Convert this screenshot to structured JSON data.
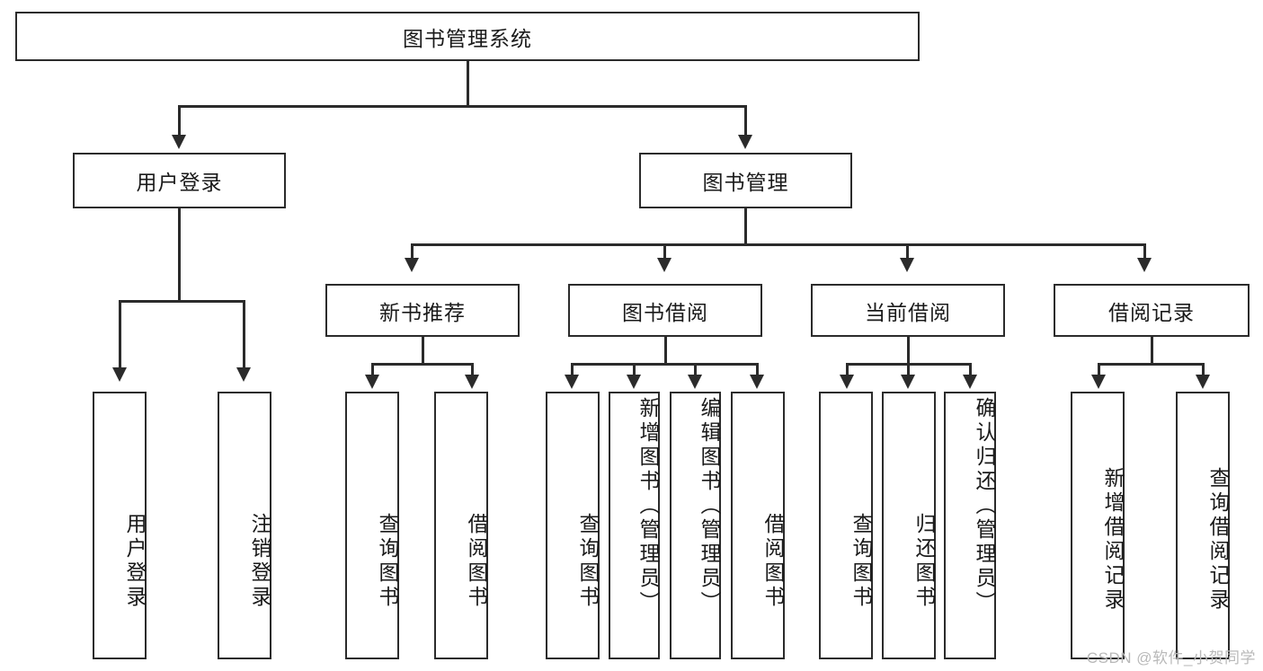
{
  "diagram": {
    "title": "图书管理系统",
    "type": "tree",
    "orientation": "top-down",
    "nodes": {
      "root": {
        "label": "图书管理系统",
        "level": 1
      },
      "n_user_login": {
        "label": "用户登录",
        "level": 2
      },
      "n_book_mgmt": {
        "label": "图书管理",
        "level": 2
      },
      "n_new_book_rec": {
        "label": "新书推荐",
        "level": 3
      },
      "n_book_borrow": {
        "label": "图书借阅",
        "level": 3
      },
      "n_current_borrow": {
        "label": "当前借阅",
        "level": 3
      },
      "n_borrow_record": {
        "label": "借阅记录",
        "level": 3
      },
      "l_user_login": {
        "label": "用户登录",
        "level": 4
      },
      "l_logout": {
        "label": "注销登录",
        "level": 4
      },
      "l_query_book_1": {
        "label": "查询图书",
        "level": 4
      },
      "l_borrow_book_1": {
        "label": "借阅图书",
        "level": 4
      },
      "l_query_book_2": {
        "label": "查询图书",
        "level": 4
      },
      "l_add_book": {
        "label": "新增图书（管理员）",
        "level": 4
      },
      "l_edit_book": {
        "label": "编辑图书（管理员）",
        "level": 4
      },
      "l_borrow_book_2": {
        "label": "借阅图书",
        "level": 4
      },
      "l_query_book_3": {
        "label": "查询图书",
        "level": 4
      },
      "l_return_book": {
        "label": "归还图书",
        "level": 4
      },
      "l_confirm_return": {
        "label": "确认归还（管理员）",
        "level": 4
      },
      "l_add_record": {
        "label": "新增借阅记录",
        "level": 4
      },
      "l_query_record": {
        "label": "查询借阅记录",
        "level": 4
      }
    },
    "edges": [
      {
        "from": "root",
        "to": "n_user_login"
      },
      {
        "from": "root",
        "to": "n_book_mgmt"
      },
      {
        "from": "n_book_mgmt",
        "to": "n_new_book_rec"
      },
      {
        "from": "n_book_mgmt",
        "to": "n_book_borrow"
      },
      {
        "from": "n_book_mgmt",
        "to": "n_current_borrow"
      },
      {
        "from": "n_book_mgmt",
        "to": "n_borrow_record"
      },
      {
        "from": "n_user_login",
        "to": "l_user_login"
      },
      {
        "from": "n_user_login",
        "to": "l_logout"
      },
      {
        "from": "n_new_book_rec",
        "to": "l_query_book_1"
      },
      {
        "from": "n_new_book_rec",
        "to": "l_borrow_book_1"
      },
      {
        "from": "n_book_borrow",
        "to": "l_query_book_2"
      },
      {
        "from": "n_book_borrow",
        "to": "l_add_book"
      },
      {
        "from": "n_book_borrow",
        "to": "l_edit_book"
      },
      {
        "from": "n_book_borrow",
        "to": "l_borrow_book_2"
      },
      {
        "from": "n_current_borrow",
        "to": "l_query_book_3"
      },
      {
        "from": "n_current_borrow",
        "to": "l_return_book"
      },
      {
        "from": "n_current_borrow",
        "to": "l_confirm_return"
      },
      {
        "from": "n_borrow_record",
        "to": "l_add_record"
      },
      {
        "from": "n_borrow_record",
        "to": "l_query_record"
      }
    ],
    "colors": {
      "stroke": "#2b2b2b",
      "fill": "#ffffff",
      "text": "#1a1a1a",
      "watermark": "#b9b9b9"
    }
  },
  "watermark": {
    "text": "CSDN @软件_小贺同学"
  }
}
